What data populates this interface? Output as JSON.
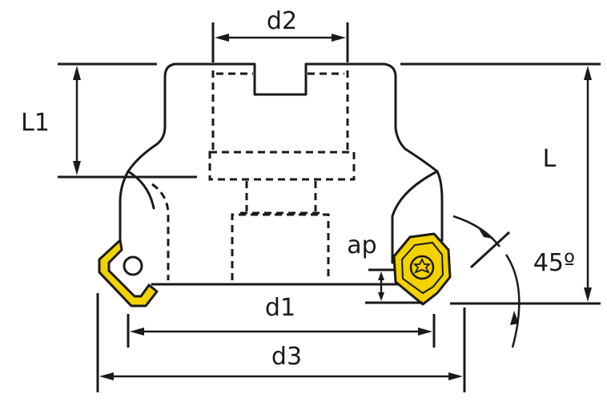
{
  "labels": {
    "d2": "d2",
    "L1": "L1",
    "L": "L",
    "ap": "ap",
    "angle": "45º",
    "d1": "d1",
    "d3": "d3"
  },
  "colors": {
    "insert": "#f2d200",
    "line": "#1a1a1a"
  }
}
